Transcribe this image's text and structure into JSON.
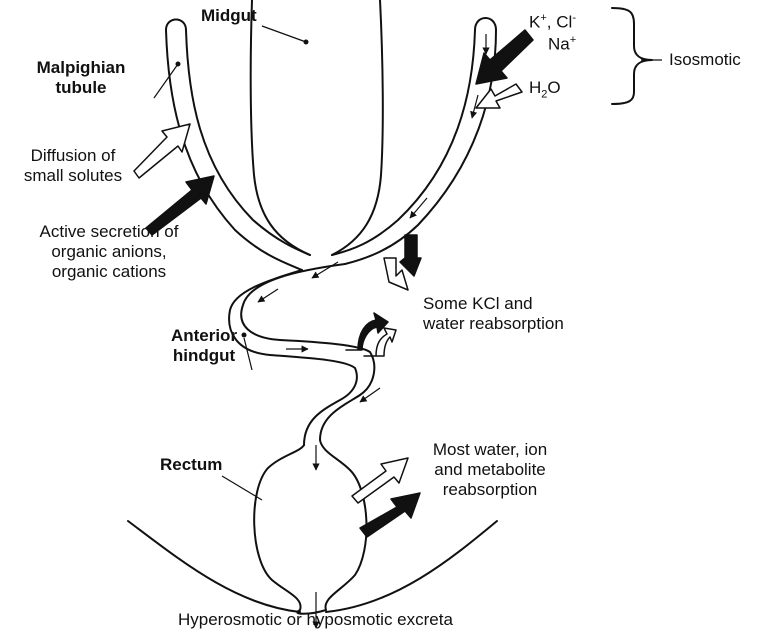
{
  "labels": {
    "midgut": "Midgut",
    "malpighian_line1": "Malpighian",
    "malpighian_line2": "tubule",
    "diffusion_line1": "Diffusion of",
    "diffusion_line2": "small solutes",
    "active_line1": "Active secretion of",
    "active_line2": "organic anions,",
    "active_line3": "organic cations",
    "isosmotic": "Isosmotic",
    "kcl_line1": "Some KCl and",
    "kcl_line2": "water reabsorption",
    "anterior_line1": "Anterior",
    "anterior_line2": "hindgut",
    "rectum": "Rectum",
    "most_line1": "Most water, ion",
    "most_line2": "and metabolite",
    "most_line3": "reabsorption",
    "excreta": "Hyperosmotic or hyposmotic excreta"
  },
  "ions": {
    "k_base": "K",
    "k_charge": "+",
    "separator": ",",
    "cl_base": "Cl",
    "cl_charge": "-",
    "na_base": "Na",
    "na_charge": "+",
    "water_h": "H",
    "water_sub": "2",
    "water_o": "O"
  },
  "colors": {
    "stroke": "#111111",
    "background": "#ffffff"
  }
}
